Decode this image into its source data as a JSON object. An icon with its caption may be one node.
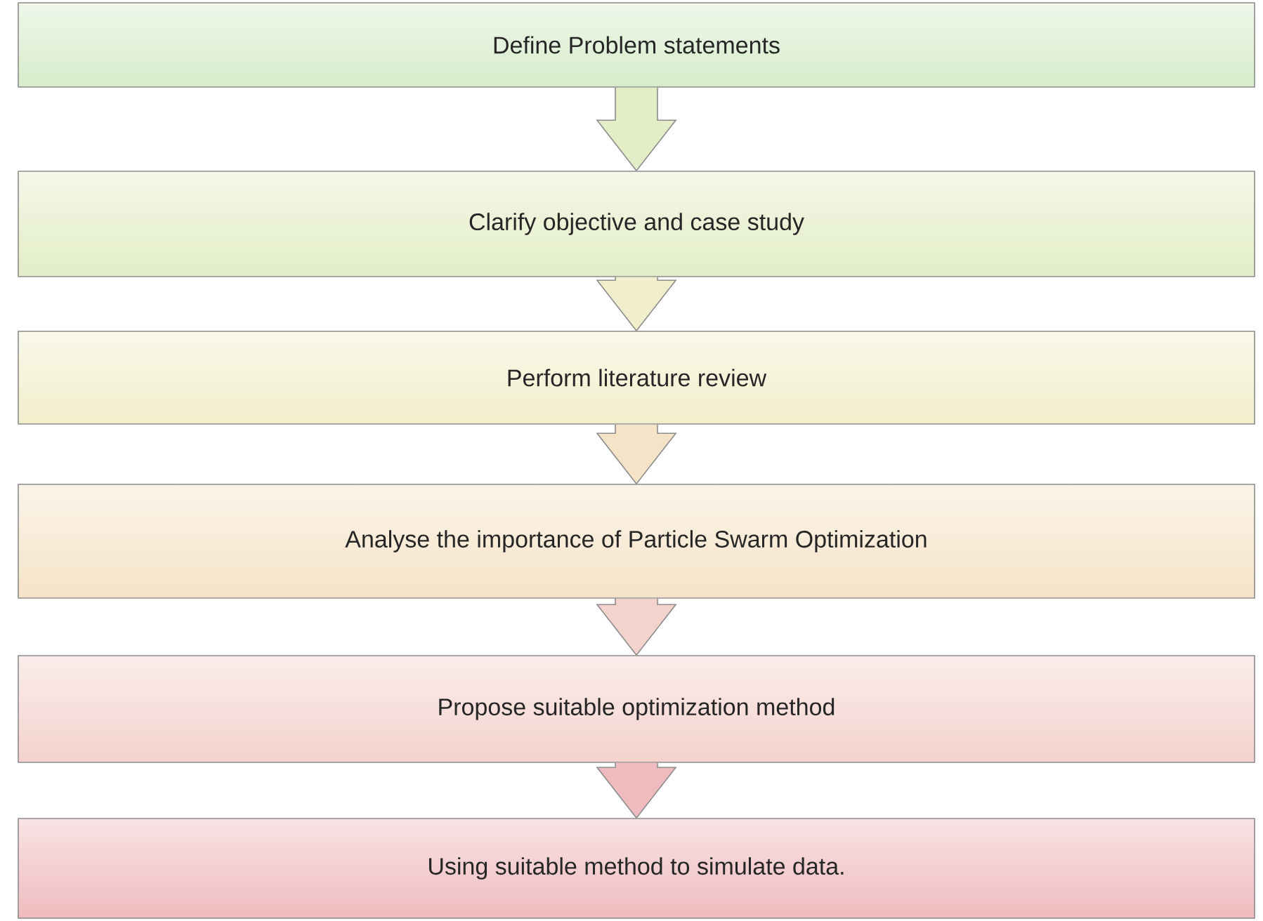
{
  "diagram": {
    "nodes": [
      {
        "text": [
          "Define Problem statements"
        ]
      },
      {
        "text": [
          "Clarify objective and case study"
        ]
      },
      {
        "text": [
          "Perform literature review"
        ]
      },
      {
        "text": [
          "Analyse the importance of Particle Swarm Optimization"
        ]
      },
      {
        "text": [
          "Propose suitable optimization method"
        ]
      },
      {
        "text": [
          "Using suitable method to simulate data."
        ]
      }
    ],
    "edges": [
      {
        "from": 0,
        "to": 1,
        "arrow": "to"
      },
      {
        "from": 1,
        "to": 2,
        "arrow": "to"
      },
      {
        "from": 2,
        "to": 3,
        "arrow": "to"
      },
      {
        "from": 3,
        "to": 4,
        "arrow": "to"
      },
      {
        "from": 4,
        "to": 5,
        "arrow": "to"
      }
    ]
  }
}
